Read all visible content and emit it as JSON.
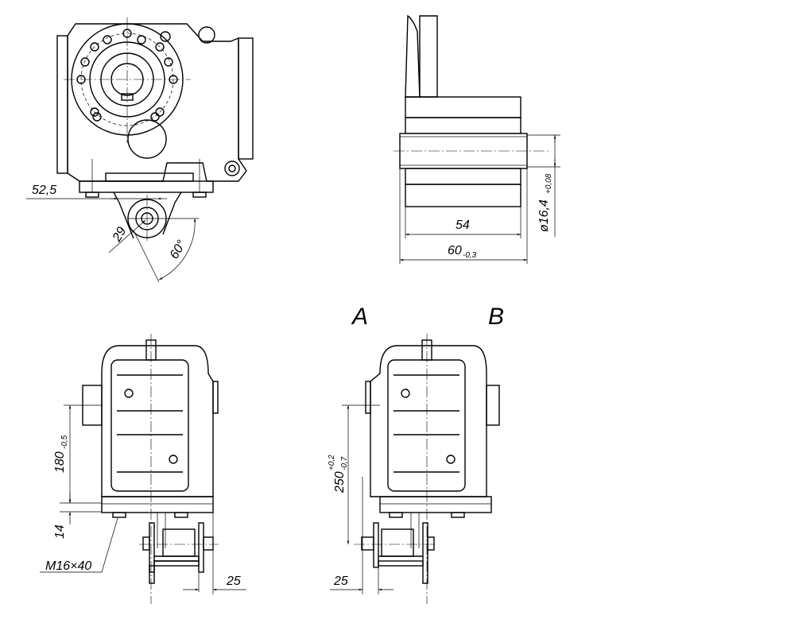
{
  "drawing": {
    "top_left_view": {
      "dim_offset": "52,5",
      "dim_radius": "29",
      "dim_angle": "60°"
    },
    "section_view": {
      "dim_inner_length": "54",
      "dim_outer_length": "60",
      "dim_outer_length_tol": "-0,3",
      "dim_diameter": "ø16,4",
      "dim_diameter_tol": "+0,08"
    },
    "view_labels": [
      "A",
      "B"
    ],
    "view_a": {
      "dim_height": "180",
      "dim_height_tol": "-0,5",
      "dim_plate": "14",
      "bolt_callout": "M16×40",
      "dim_offset": "25"
    },
    "view_b": {
      "dim_height": "250",
      "dim_height_tol_upper": "+0,2",
      "dim_height_tol_lower": "-0,7",
      "dim_offset": "25"
    }
  }
}
